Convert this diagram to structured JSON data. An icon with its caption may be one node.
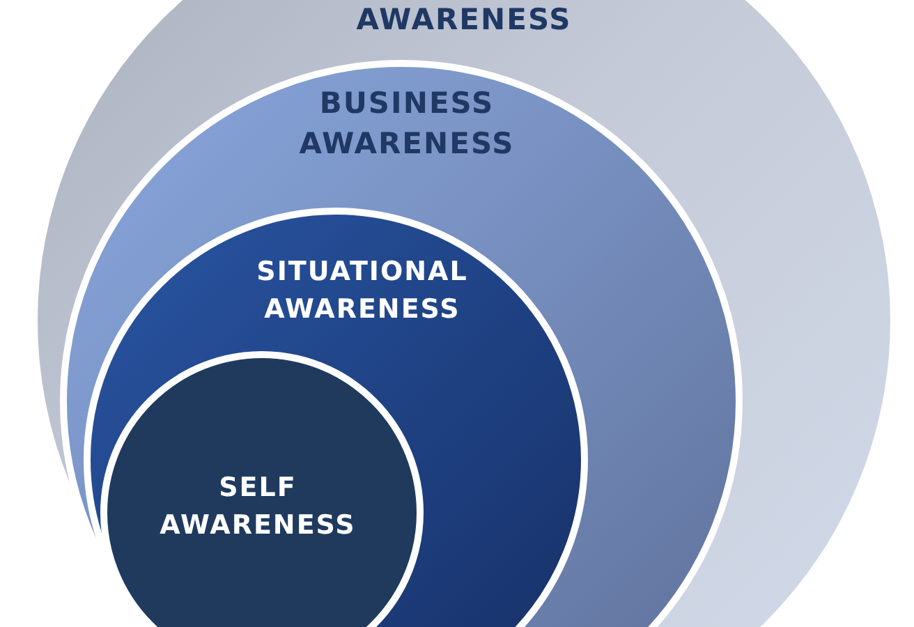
{
  "diagram": {
    "nodes": [
      {
        "text": [
          "AWARENESS"
        ]
      },
      {
        "text": [
          "BUSINESS AWARENESS"
        ],
        "in": 0
      },
      {
        "text": [
          "SITUATIONAL AWARENESS"
        ],
        "in": 1
      },
      {
        "text": [
          "SELF AWARENESS"
        ],
        "in": 2
      }
    ]
  }
}
